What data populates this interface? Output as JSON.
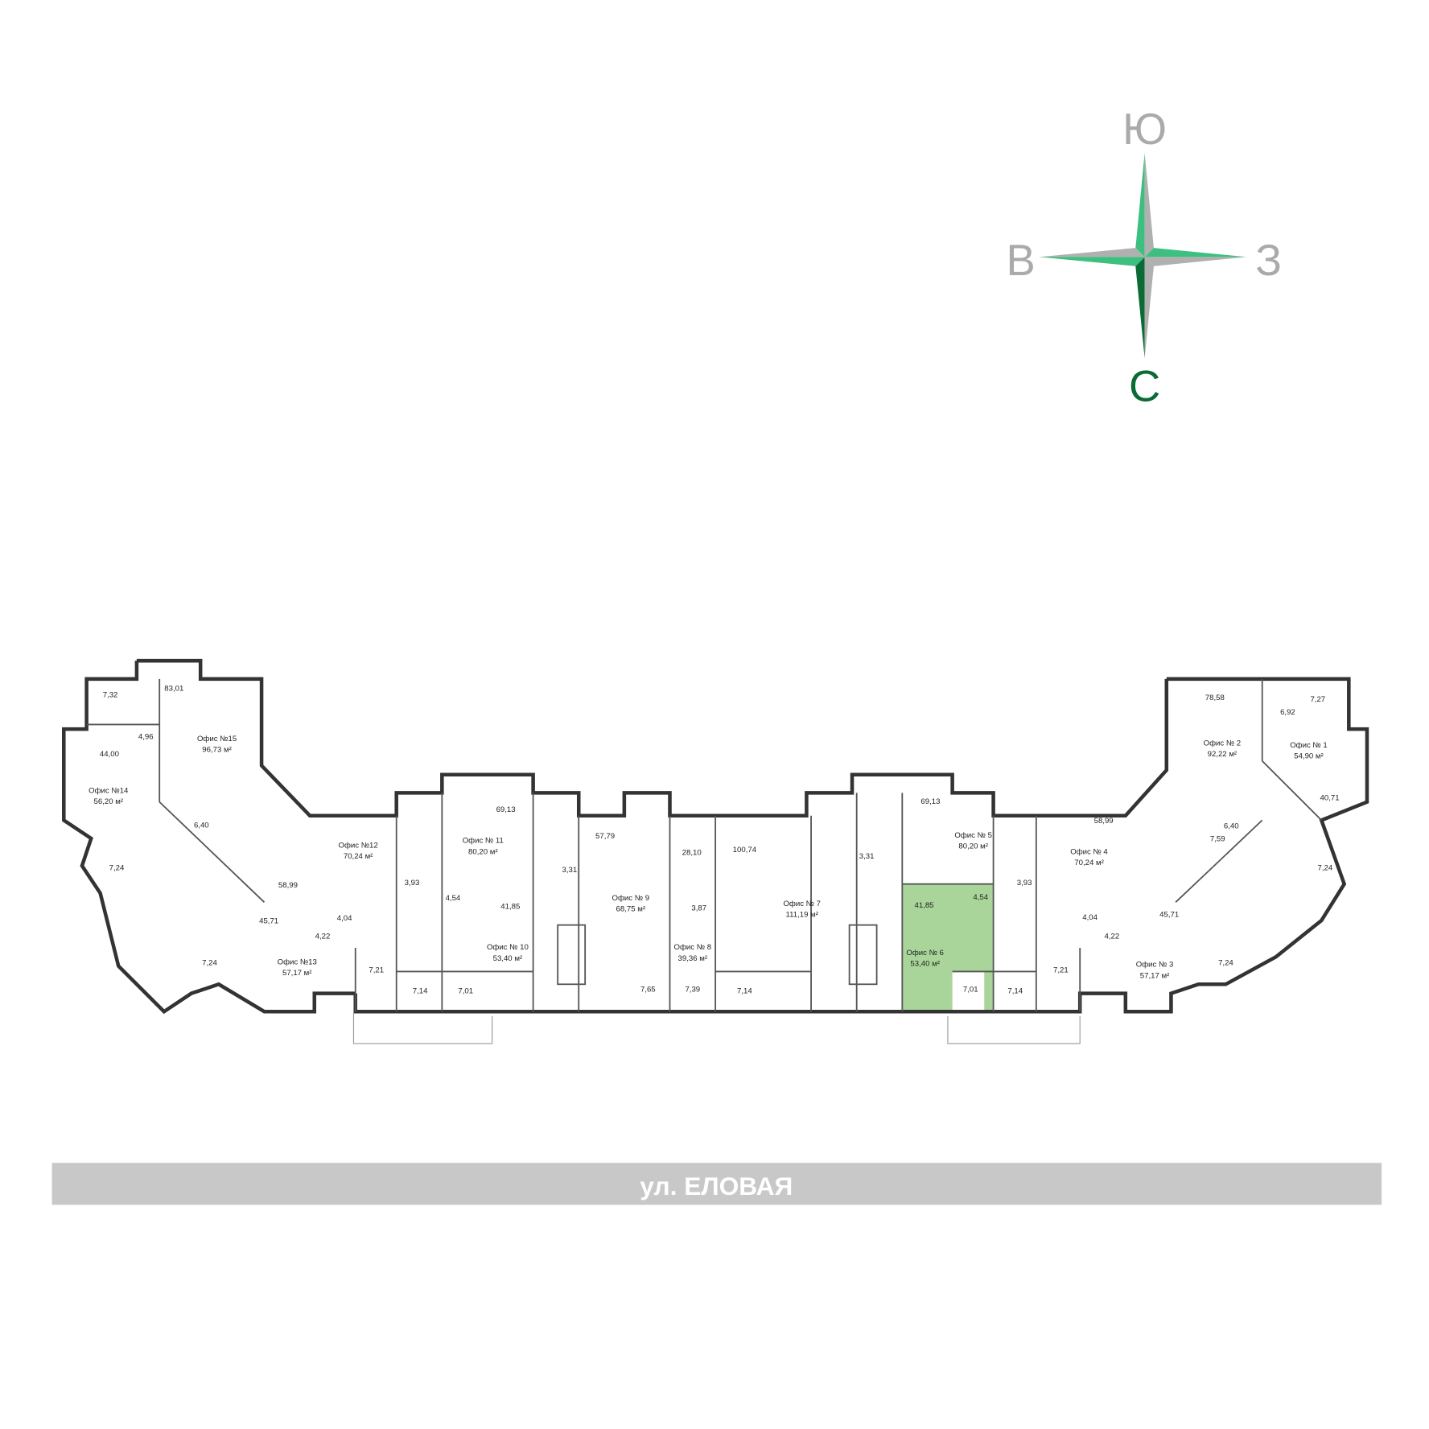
{
  "compass": {
    "south": "Ю",
    "east": "В",
    "west": "З",
    "north": "С",
    "colors": {
      "green": "#3dbf7f",
      "dark_green": "#0a6b35",
      "gray": "#b0b0b0"
    }
  },
  "street": {
    "label": "ул. ЕЛОВАЯ",
    "color": "#c8c8c8"
  },
  "highlight": {
    "office": "Офис № 6",
    "color": "#a9d59a"
  },
  "offices": [
    {
      "name": "Офис №15",
      "area": "96,73 м²"
    },
    {
      "name": "Офис №14",
      "area": "56,20 м²"
    },
    {
      "name": "Офис №12",
      "area": "70,24 м²"
    },
    {
      "name": "Офис №13",
      "area": "57,17 м²"
    },
    {
      "name": "Офис № 11",
      "area": "80,20 м²"
    },
    {
      "name": "Офис № 10",
      "area": "53,40 м²"
    },
    {
      "name": "Офис № 9",
      "area": "68,75 м²"
    },
    {
      "name": "Офис № 8",
      "area": "39,36 м²"
    },
    {
      "name": "Офис № 7",
      "area": "111,19 м²"
    },
    {
      "name": "Офис № 5",
      "area": "80,20 м²"
    },
    {
      "name": "Офис № 6",
      "area": "53,40 м²"
    },
    {
      "name": "Офис № 4",
      "area": "70,24 м²"
    },
    {
      "name": "Офис № 3",
      "area": "57,17 м²"
    },
    {
      "name": "Офис № 2",
      "area": "92,22 м²"
    },
    {
      "name": "Офис № 1",
      "area": "54,90 м²"
    }
  ],
  "rooms": [
    "7,32",
    "83,01",
    "4,96",
    "44,00",
    "6,40",
    "7,24",
    "58,99",
    "3,93",
    "45,71",
    "4,04",
    "4,22",
    "7,24",
    "7,21",
    "69,13",
    "4,54",
    "41,85",
    "7,14",
    "7,01",
    "3,31",
    "57,79",
    "28,10",
    "3,87",
    "7,65",
    "7,39",
    "100,74",
    "7,14",
    "3,31",
    "69,13",
    "41,85",
    "4,54",
    "7,01",
    "7,14",
    "3,93",
    "58,99",
    "7,21",
    "4,04",
    "4,22",
    "45,71",
    "7,24",
    "7,24",
    "7,59",
    "6,40",
    "78,58",
    "6,92",
    "7,27",
    "40,71"
  ]
}
